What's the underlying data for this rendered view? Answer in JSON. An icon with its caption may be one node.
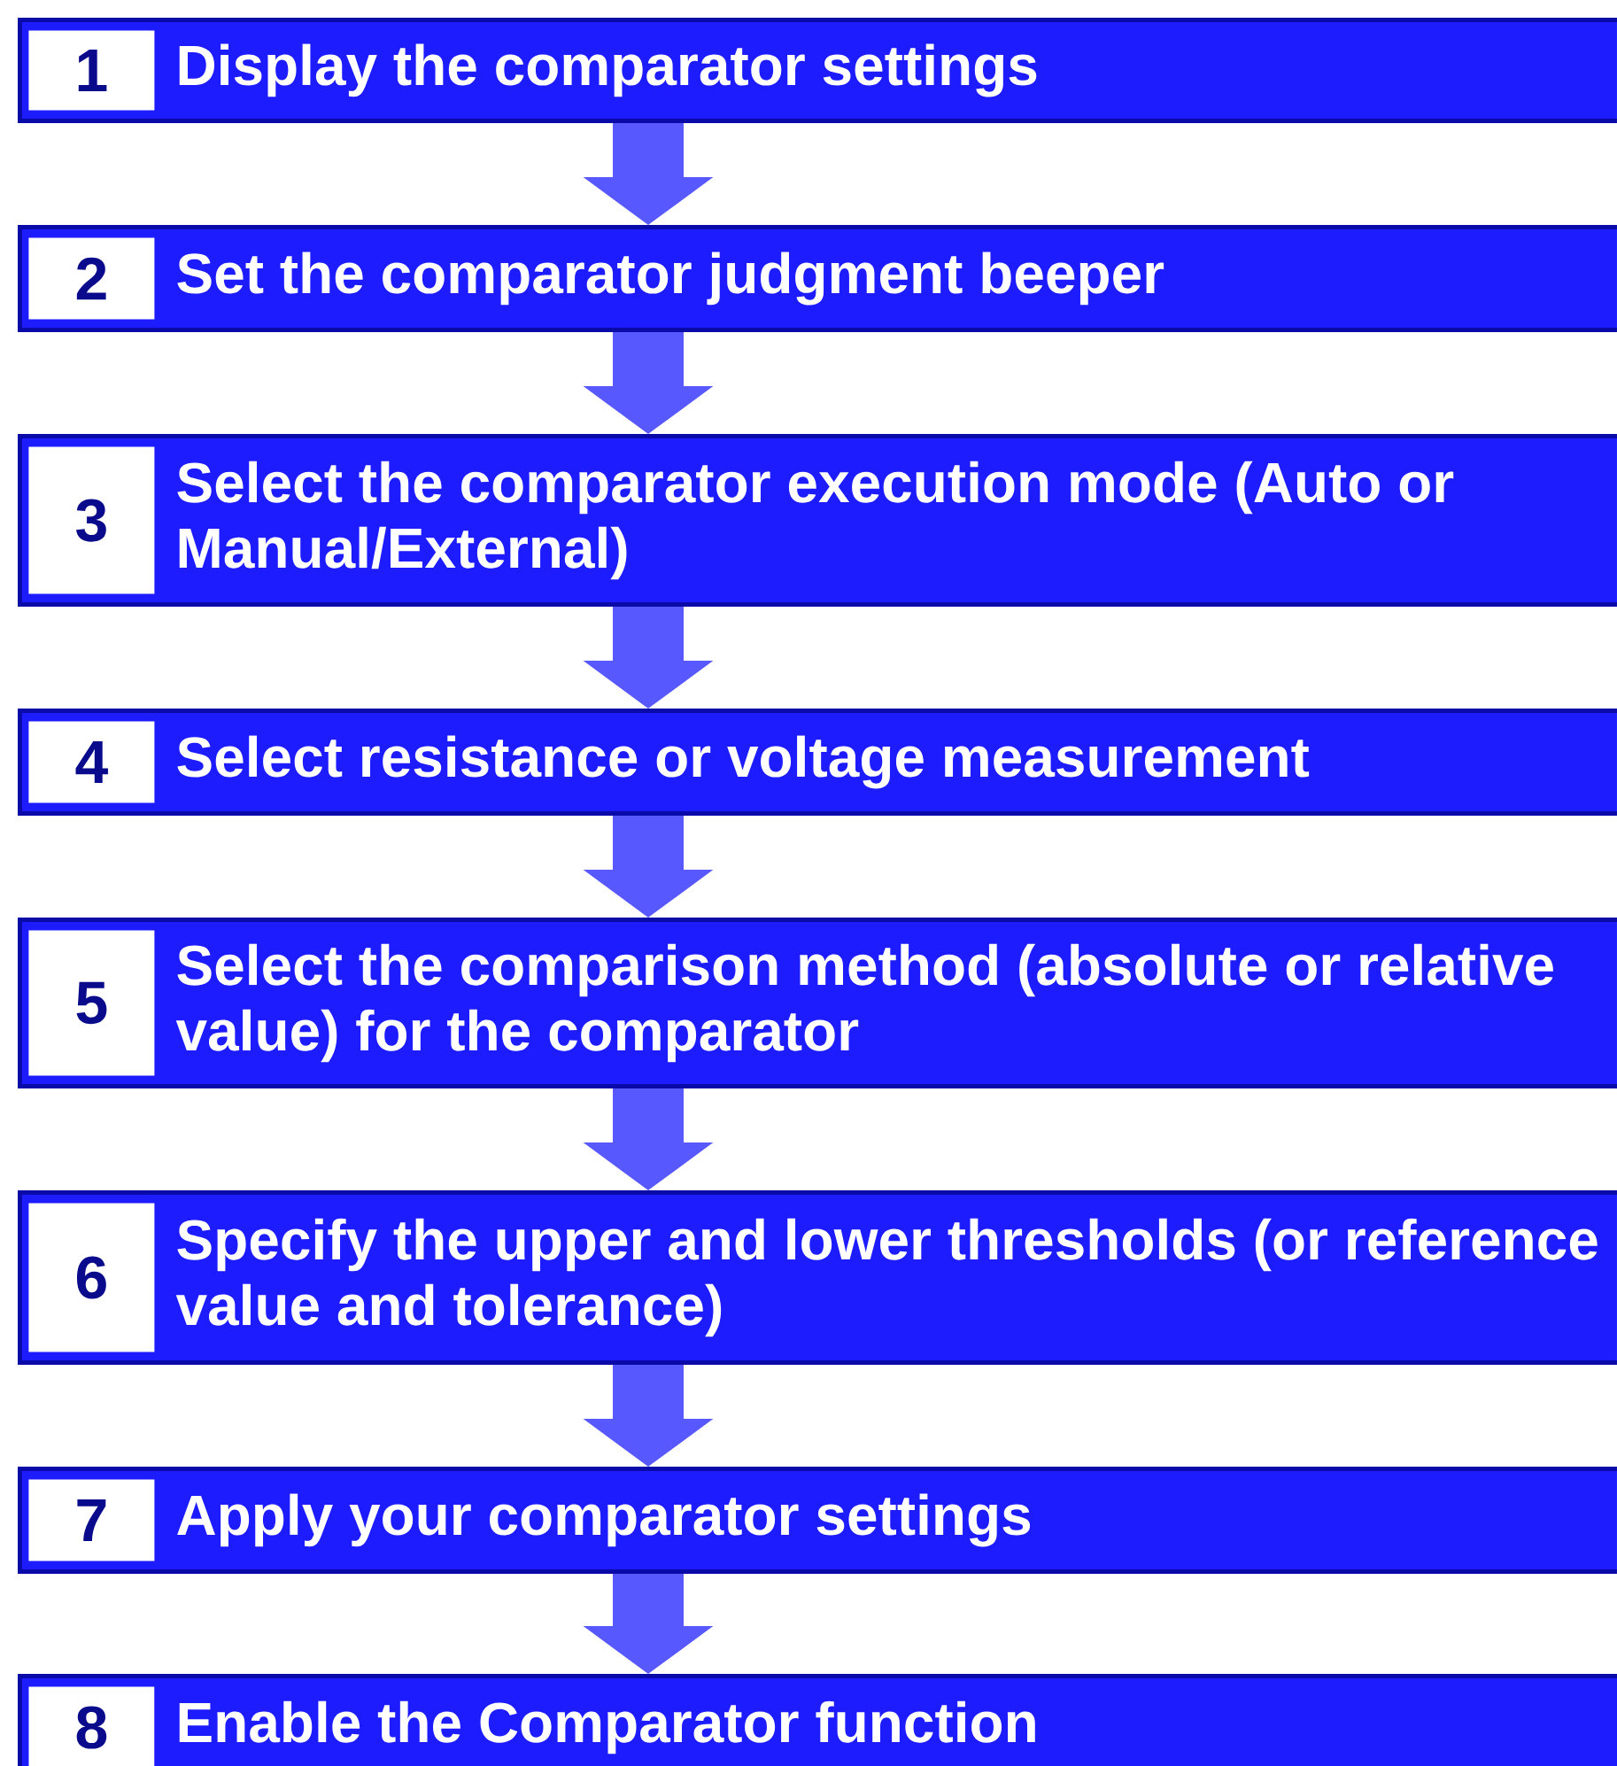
{
  "diagram": {
    "nodes": [
      {
        "text": [
          "Display the comparator settings"
        ]
      },
      {
        "text": [
          "1"
        ],
        "in": 0
      },
      {
        "text": [
          "Set the comparator judgment beeper"
        ]
      },
      {
        "text": [
          "2"
        ],
        "in": 2
      },
      {
        "text": [
          "Select the comparator execution mode (Auto or Manual/External)"
        ]
      },
      {
        "text": [
          "3"
        ],
        "in": 4
      },
      {
        "text": [
          "Select resistance or voltage measurement"
        ]
      },
      {
        "text": [
          "4"
        ],
        "in": 6
      },
      {
        "text": [
          "Select the comparison method (absolute or relative value) for the comparator"
        ]
      },
      {
        "text": [
          "5"
        ],
        "in": 8
      },
      {
        "text": [
          "Specify the upper and lower thresholds (or reference value and tolerance)"
        ]
      },
      {
        "text": [
          "6"
        ],
        "in": 10
      },
      {
        "text": [
          "Apply your comparator settings"
        ]
      },
      {
        "text": [
          "7"
        ],
        "in": 12
      },
      {
        "text": [
          "Enable the Comparator function"
        ]
      },
      {
        "text": [
          "8"
        ],
        "in": 14
      }
    ],
    "edges": [
      {
        "from": 0,
        "to": 2,
        "arrow": "to"
      },
      {
        "from": 2,
        "to": 4,
        "arrow": "to"
      },
      {
        "from": 4,
        "to": 6,
        "arrow": "to"
      },
      {
        "from": 6,
        "to": 8,
        "arrow": "to"
      },
      {
        "from": 8,
        "to": 10,
        "arrow": "to"
      },
      {
        "from": 10,
        "to": 12,
        "arrow": "to"
      },
      {
        "from": 12,
        "to": 14,
        "arrow": "to"
      }
    ]
  }
}
